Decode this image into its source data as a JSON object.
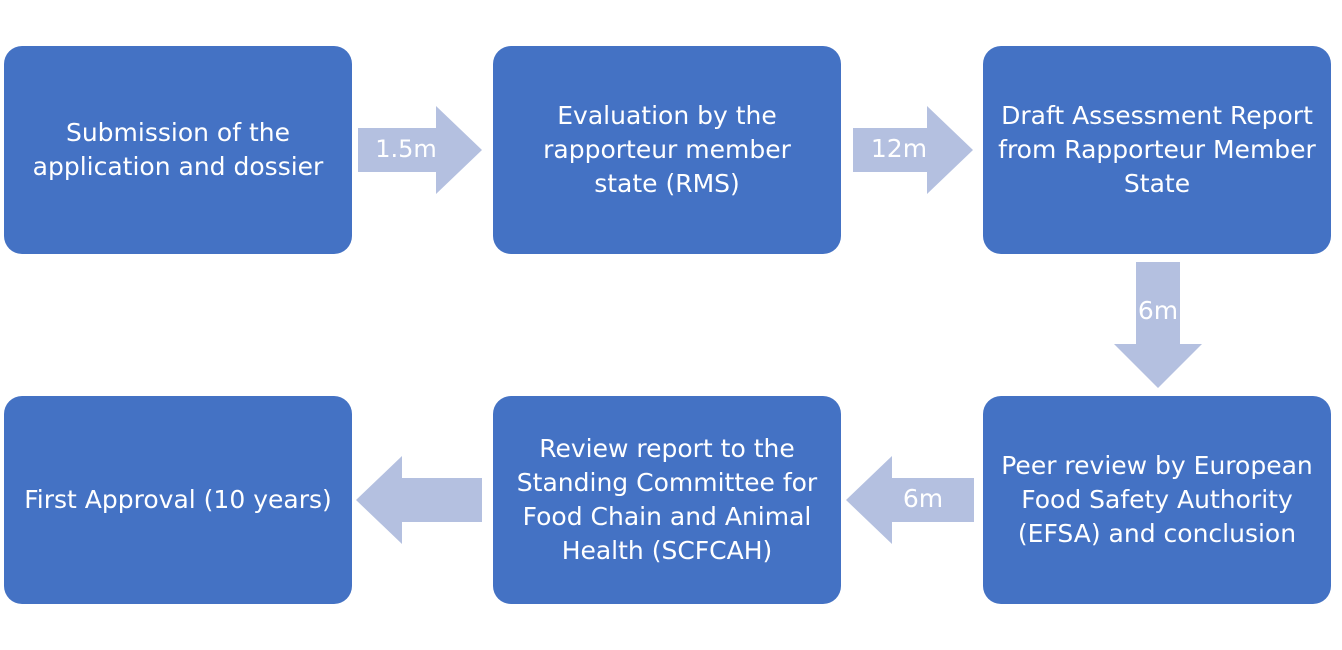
{
  "colors": {
    "box_fill": "#4472C4",
    "arrow_fill": "#B4C0E0",
    "text": "#FFFFFF"
  },
  "boxes": {
    "submission": "Submission of the application and dossier",
    "evaluation": "Evaluation by the rapporteur member state (RMS)",
    "draft_report": "Draft Assessment Report from Rapporteur Member State",
    "peer_review": "Peer review by European Food Safety Authority (EFSA) and conclusion",
    "review_report": "Review report to the Standing Committee for Food Chain and Animal Health (SCFCAH)",
    "first_approval": "First Approval (10 years)"
  },
  "arrows": {
    "submission_to_evaluation": "1.5m",
    "evaluation_to_draft": "12m",
    "draft_to_peer_review": "6m",
    "peer_review_to_review_report": "6m",
    "review_report_to_approval": ""
  }
}
